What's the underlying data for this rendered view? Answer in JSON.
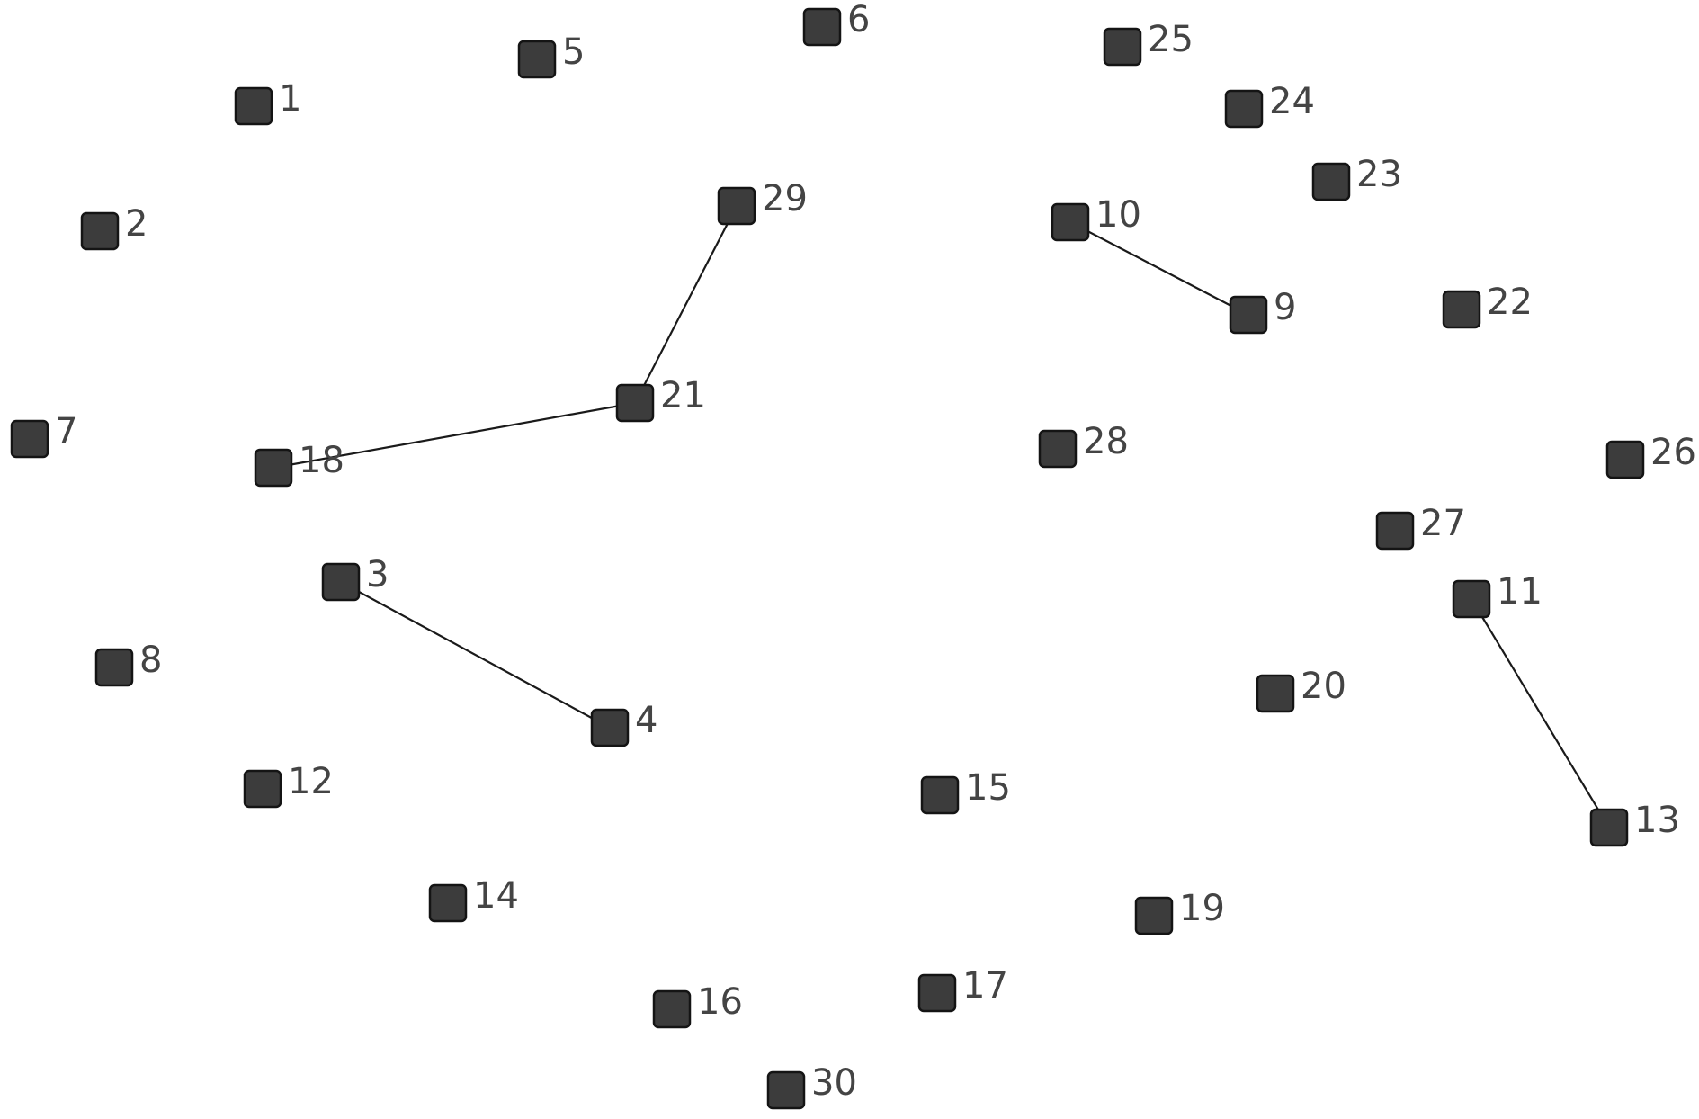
{
  "nodes": [
    {
      "id": "1",
      "label": "1"
    },
    {
      "id": "2",
      "label": "2"
    },
    {
      "id": "3",
      "label": "3"
    },
    {
      "id": "4",
      "label": "4"
    },
    {
      "id": "5",
      "label": "5"
    },
    {
      "id": "6",
      "label": "6"
    },
    {
      "id": "7",
      "label": "7"
    },
    {
      "id": "8",
      "label": "8"
    },
    {
      "id": "9",
      "label": "9"
    },
    {
      "id": "10",
      "label": "10"
    },
    {
      "id": "11",
      "label": "11"
    },
    {
      "id": "12",
      "label": "12"
    },
    {
      "id": "13",
      "label": "13"
    },
    {
      "id": "14",
      "label": "14"
    },
    {
      "id": "15",
      "label": "15"
    },
    {
      "id": "16",
      "label": "16"
    },
    {
      "id": "17",
      "label": "17"
    },
    {
      "id": "18",
      "label": "18"
    },
    {
      "id": "19",
      "label": "19"
    },
    {
      "id": "20",
      "label": "20"
    },
    {
      "id": "21",
      "label": "21"
    },
    {
      "id": "22",
      "label": "22"
    },
    {
      "id": "23",
      "label": "23"
    },
    {
      "id": "24",
      "label": "24"
    },
    {
      "id": "25",
      "label": "25"
    },
    {
      "id": "26",
      "label": "26"
    },
    {
      "id": "27",
      "label": "27"
    },
    {
      "id": "28",
      "label": "28"
    },
    {
      "id": "29",
      "label": "29"
    },
    {
      "id": "30",
      "label": "30"
    }
  ],
  "edges": [
    {
      "from": "29",
      "to": "21"
    },
    {
      "from": "21",
      "to": "18"
    },
    {
      "from": "10",
      "to": "9"
    },
    {
      "from": "3",
      "to": "4"
    },
    {
      "from": "11",
      "to": "13"
    }
  ],
  "colors": {
    "node_fill": "#3c3c3c",
    "node_border": "#141414",
    "edge": "#1a1a1a",
    "label": "#444444",
    "background": "#ffffff"
  }
}
